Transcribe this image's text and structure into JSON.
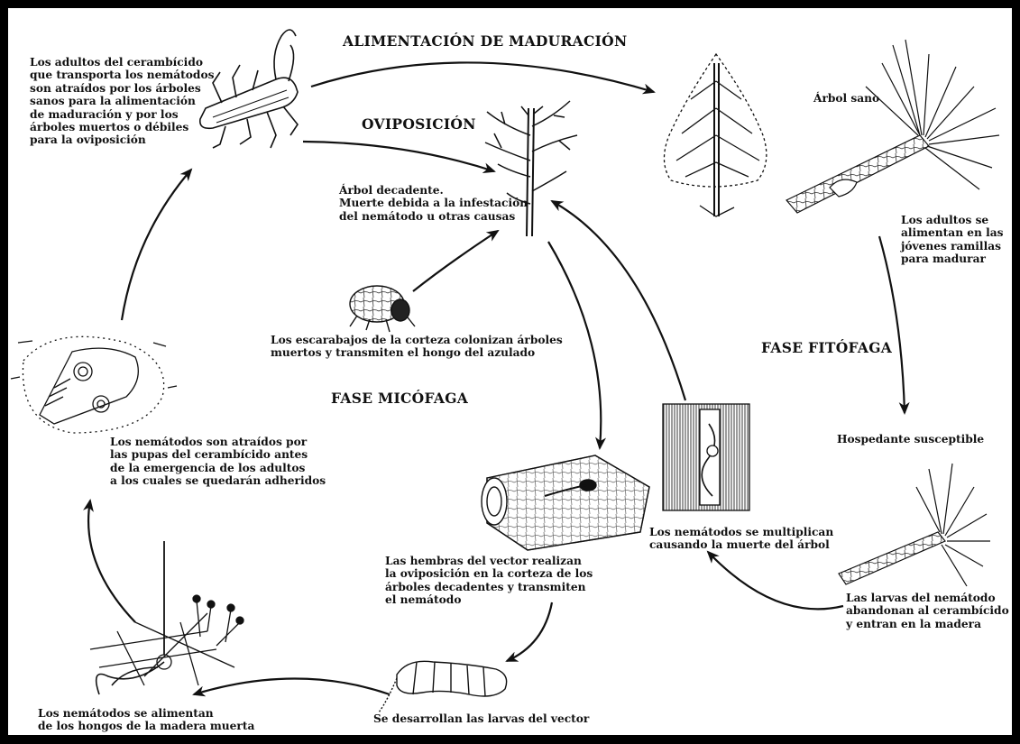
{
  "headings": {
    "maduracion": "ALIMENTACIÓN DE MADURACIÓN",
    "oviposicion": "OVIPOSICIÓN",
    "fitofaga": "FASE FITÓFAGA",
    "micofaga": "FASE MICÓFAGA"
  },
  "labels": {
    "adultos_cerambicido": "Los adultos del cerambícido\nque transporta los nemátodos\nson atraídos por los árboles\nsanos para la alimentación\nde maduración y por los\nárboles muertos o débiles\npara la oviposición",
    "arbol_sano": "Árbol sano",
    "adultos_ramillas": "Los adultos se\nalimentan en las\njóvenes ramillas\npara madurar",
    "arbol_decadente": "Árbol decadente.\nMuerte debida a la infestación\ndel nemátodo u otras causas",
    "escarabajos": "Los escarabajos de la corteza colonizan árboles\nmuertos y transmiten el hongo del azulado",
    "hospedante": "Hospedante susceptible",
    "pupas": "Los nemátodos son atraídos por\nlas pupas del cerambícido antes\nde la emergencia de los adultos\na los cuales se quedarán adheridos",
    "multiplican": "Los nemátodos se multiplican\ncausando la muerte del árbol",
    "hembras": "Las hembras del vector realizan\nla oviposición en la corteza de los\nárboles decadentes y transmiten\nel nemátodo",
    "larvas_nematodo": "Las larvas del nemátodo\nabandonan al cerambícido\ny entran en la madera",
    "hongos": "Los nemátodos se alimentan\nde los hongos de la madera muerta",
    "larvas_vector": "Se desarrollan las larvas del vector"
  },
  "colors": {
    "ink": "#111111",
    "frame": "#000000",
    "paper": "#ffffff"
  }
}
